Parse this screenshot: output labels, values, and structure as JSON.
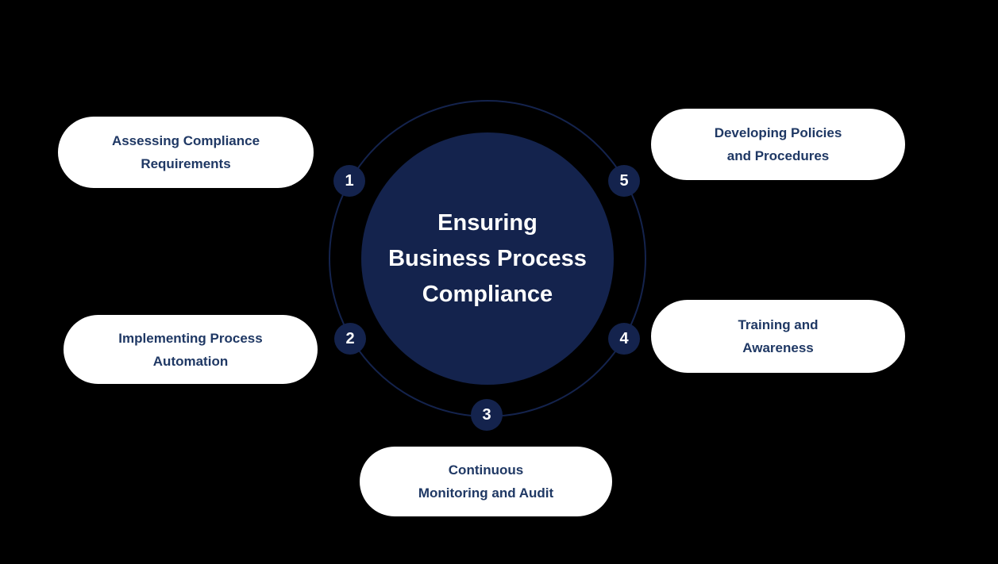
{
  "title": {
    "text": "Ensuring Business Process Compliance",
    "lines": [
      "Ensuring",
      "Business Process",
      "Compliance"
    ]
  },
  "colors": {
    "background": "#000000",
    "navy": "#14234D",
    "label_text": "#1F3864",
    "pill_bg": "#FFFFFF",
    "title_text": "#FFFFFF"
  },
  "steps": [
    {
      "number": "1",
      "label": "Assessing Compliance Requirements",
      "line1": "Assessing Compliance",
      "line2": "Requirements"
    },
    {
      "number": "2",
      "label": "Implementing Process Automation",
      "line1": "Implementing Process",
      "line2": "Automation"
    },
    {
      "number": "3",
      "label": "Continuous Monitoring and Audit",
      "line1": "Continuous",
      "line2": "Monitoring and Audit"
    },
    {
      "number": "4",
      "label": "Training and Awareness",
      "line1": "Training and",
      "line2": "Awareness"
    },
    {
      "number": "5",
      "label": "Developing Policies and Procedures",
      "line1": "Developing Policies",
      "line2": "and Procedures"
    }
  ]
}
